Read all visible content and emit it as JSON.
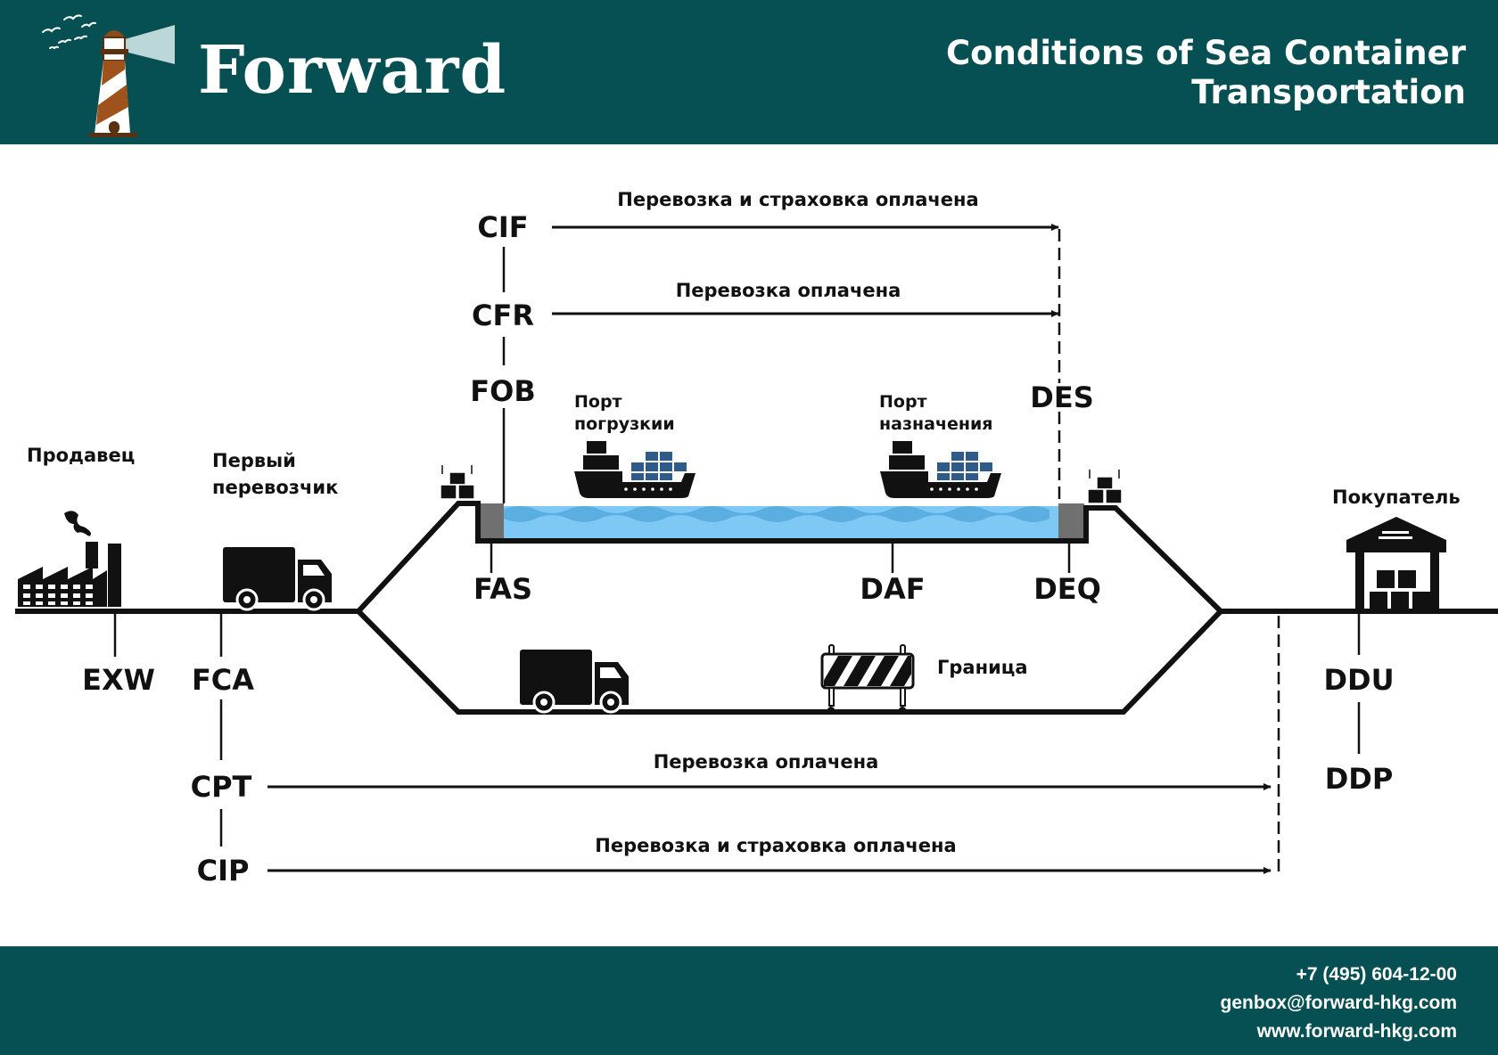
{
  "header": {
    "brand": "Forward",
    "title_line1": "Conditions of Sea Container",
    "title_line2": "Transportation",
    "logo_icon": "lighthouse-icon"
  },
  "footer": {
    "phone": "+7 (495) 604-12-00",
    "email": "genbox@forward-hkg.com",
    "website": "www.forward-hkg.com"
  },
  "places": {
    "seller": "Продавец",
    "first_carrier_line1": "Первый",
    "first_carrier_line2": "перевозчик",
    "port_loading_line1": "Порт",
    "port_loading_line2": "погрузкии",
    "port_destination_line1": "Порт",
    "port_destination_line2": "назначения",
    "border": "Граница",
    "buyer": "Покупатель"
  },
  "terms": {
    "exw": "EXW",
    "fca": "FCA",
    "cpt": "CPT",
    "cip": "CIP",
    "fas": "FAS",
    "fob": "FOB",
    "cfr": "CFR",
    "cif": "CIF",
    "daf": "DAF",
    "des": "DES",
    "deq": "DEQ",
    "ddu": "DDU",
    "ddp": "DDP"
  },
  "arrows": {
    "cif": "Перевозка и страховка оплачена",
    "cfr": "Перевозка оплачена",
    "cpt": "Перевозка оплачена",
    "cip": "Перевозка и страховка оплачена"
  },
  "icons": [
    "factory-icon",
    "truck-icon",
    "ship-icon",
    "container-stack-icon",
    "barrier-icon",
    "warehouse-icon",
    "lighthouse-icon"
  ],
  "colors": {
    "brand": "#064f52",
    "water": "#7ec8f5",
    "wave": "#4fa6d8",
    "container": "#2f5b8a",
    "lighthouse": "#a0521d",
    "dock": "#707070"
  }
}
